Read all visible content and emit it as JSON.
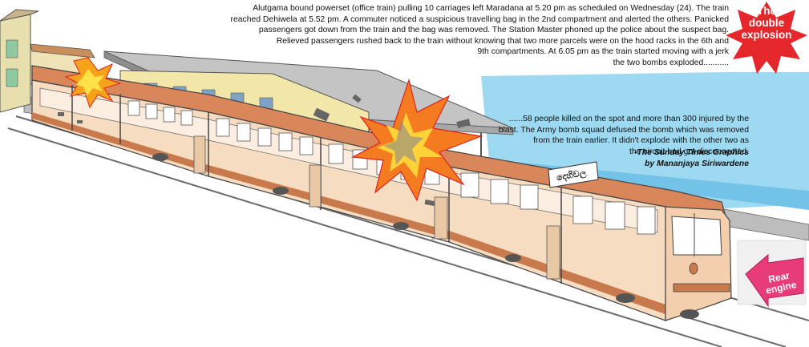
{
  "story_lines": [
    "Alutgama bound  powerset (office train) pulling 10 carriages left Maradana at 5.20 pm  as scheduled on Wednesday (24). The train",
    "reached Dehiwela at 5.52 pm. A commuter noticed a suspicious travelling bag in the 2nd compartment and alerted the others. Panicked",
    "passengers got down from the train and the bag was removed. The Station Master  phoned up the police about the  suspect bag.",
    "Relieved passengers rushed back to the train  without knowing that two more parcels were on the hood racks in the 6th and",
    "9th compartments. At 6.05 pm as the train started moving with a jerk",
    "the two bombs exploded..........."
  ],
  "aftermath_lines": [
    "......58 people  killed  on the spot  and more than 300  injured by the",
    "blast. The Army bomb squad defused the bomb which was removed",
    "from the train earlier. It didn't explode with the other two as",
    "the circuit had got disconnected."
  ],
  "credit_lines": [
    "-The Sunday Times Graphics",
    "by Mananjaya Siriwardene"
  ],
  "burst_label_lines": [
    "The",
    "double",
    "explosion"
  ],
  "rear_label_lines": [
    "Rear",
    "engine"
  ],
  "station_sign": "දෙහිවල",
  "colors": {
    "burst_red": "#e5262a",
    "sky_blue": "#9dd9f1",
    "train_roof": "#d9875a",
    "train_body": "#f6dcc0",
    "rear_arrow": "#e83c79"
  }
}
